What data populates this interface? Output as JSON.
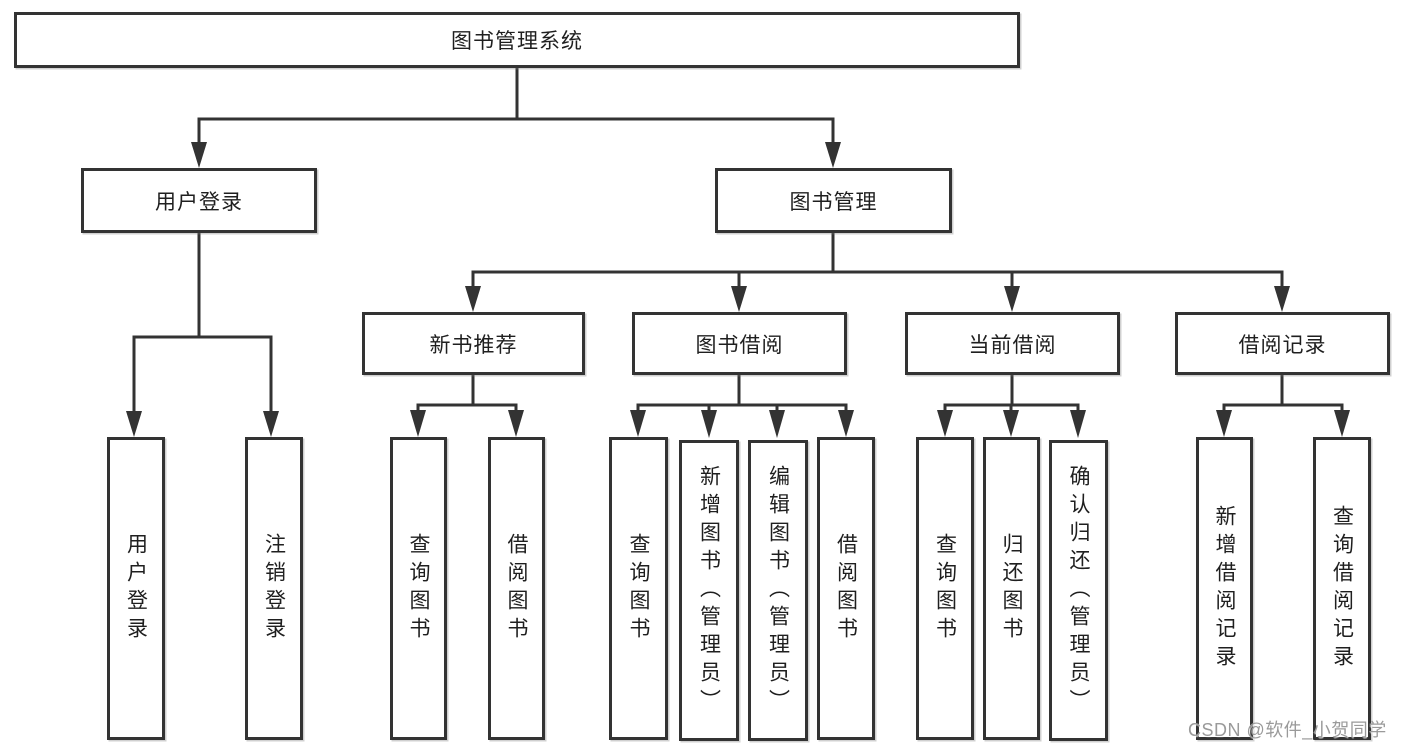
{
  "nodes": {
    "root": {
      "label": "图书管理系统"
    },
    "user_login_group": {
      "label": "用户登录"
    },
    "book_mgmt": {
      "label": "图书管理"
    },
    "new_book_rec": {
      "label": "新书推荐"
    },
    "book_borrow": {
      "label": "图书借阅"
    },
    "current_borrow": {
      "label": "当前借阅"
    },
    "borrow_records": {
      "label": "借阅记录"
    },
    "leaf_user_login": {
      "label": "用户登录"
    },
    "leaf_logout": {
      "label": "注销登录"
    },
    "leaf_query_book_1": {
      "label": "查询图书"
    },
    "leaf_borrow_book_1": {
      "label": "借阅图书"
    },
    "leaf_query_book_2": {
      "label": "查询图书"
    },
    "leaf_add_book": {
      "label": "新增图书（管理员）"
    },
    "leaf_edit_book": {
      "label": "编辑图书（管理员）"
    },
    "leaf_borrow_book_2": {
      "label": "借阅图书"
    },
    "leaf_query_book_3": {
      "label": "查询图书"
    },
    "leaf_return_book": {
      "label": "归还图书"
    },
    "leaf_confirm_return": {
      "label": "确认归还（管理员）"
    },
    "leaf_add_record": {
      "label": "新增借阅记录"
    },
    "leaf_query_record": {
      "label": "查询借阅记录"
    }
  },
  "hierarchy": {
    "root": [
      "user_login_group",
      "book_mgmt"
    ],
    "user_login_group": [
      "leaf_user_login",
      "leaf_logout"
    ],
    "book_mgmt": [
      "new_book_rec",
      "book_borrow",
      "current_borrow",
      "borrow_records"
    ],
    "new_book_rec": [
      "leaf_query_book_1",
      "leaf_borrow_book_1"
    ],
    "book_borrow": [
      "leaf_query_book_2",
      "leaf_add_book",
      "leaf_edit_book",
      "leaf_borrow_book_2"
    ],
    "current_borrow": [
      "leaf_query_book_3",
      "leaf_return_book",
      "leaf_confirm_return"
    ],
    "borrow_records": [
      "leaf_add_record",
      "leaf_query_record"
    ]
  },
  "watermark": {
    "text": "CSDN @软件_小贺同学"
  },
  "colors": {
    "line_color": "#333333",
    "text_color": "#1f1f1f",
    "watermark_color": "#9a9a9a",
    "bg_color": "#ffffff"
  }
}
